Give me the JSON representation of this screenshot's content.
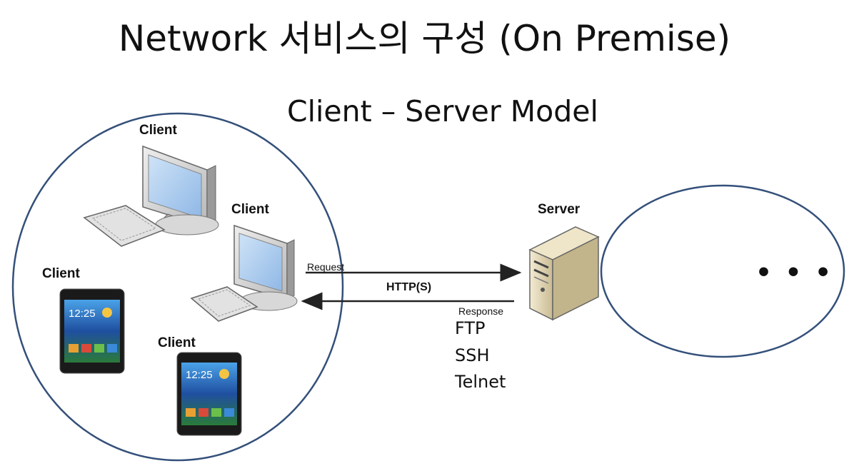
{
  "title": "Network 서비스의 구성 (On Premise)",
  "subtitle": "Client – Server Model",
  "labels": {
    "client1": "Client",
    "client2": "Client",
    "client3": "Client",
    "client4": "Client",
    "server": "Server"
  },
  "connection": {
    "request": "Request",
    "protocol": "HTTP(S)",
    "response": "Response"
  },
  "protocols": [
    "FTP",
    "SSH",
    "Telnet"
  ],
  "ellipsis": "• • •",
  "phone_time": "12:25",
  "colors": {
    "circle_stroke": "#34507a",
    "arrow": "#222222"
  }
}
